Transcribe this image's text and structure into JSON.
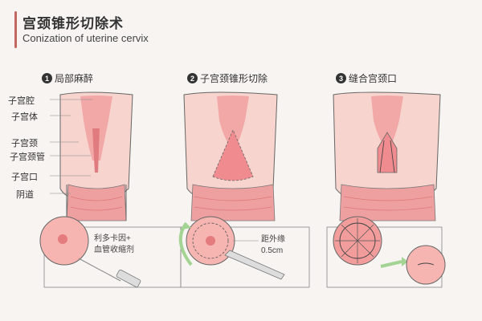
{
  "title": {
    "cn": "宫颈锥形切除术",
    "en": "Conization of uterine cervix"
  },
  "steps": [
    {
      "num": "1",
      "label": "局部麻醉"
    },
    {
      "num": "2",
      "label": "子宫颈锥形切除"
    },
    {
      "num": "3",
      "label": "缝合宫颈口"
    }
  ],
  "anatomy_labels": {
    "uterine_cavity": "子宫腔",
    "uterine_body": "子宫体",
    "cervix": "子宫颈",
    "cervical_canal": "子宫颈管",
    "cervical_os": "子宫口",
    "vagina": "阴道"
  },
  "notes": {
    "anesthesia_line1": "利多卡因+",
    "anesthesia_line2": "血管收缩剂",
    "margin_line1": "距外缘",
    "margin_line2": "0.5cm"
  },
  "colors": {
    "accent": "#c2675f",
    "tissue": "#f0a7a4",
    "tissue_dark": "#e07c7f",
    "outline": "#555555"
  }
}
